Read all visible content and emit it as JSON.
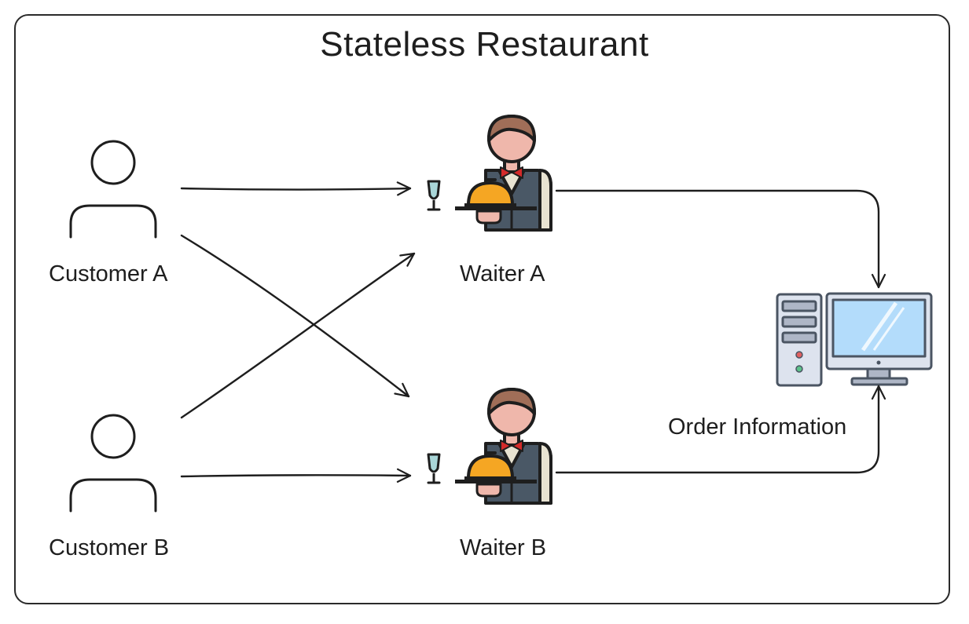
{
  "title": "Stateless Restaurant",
  "customers": [
    {
      "label": "Customer A",
      "icon": "person-outline-icon"
    },
    {
      "label": "Customer B",
      "icon": "person-outline-icon"
    }
  ],
  "waiters": [
    {
      "label": "Waiter A",
      "icon": "waiter-with-tray-icon"
    },
    {
      "label": "Waiter B",
      "icon": "waiter-with-tray-icon"
    }
  ],
  "order_store": {
    "label": "Order Information",
    "icon": "desktop-computer-icon"
  },
  "connections": [
    {
      "from": "Customer A",
      "to": "Waiter A"
    },
    {
      "from": "Customer A",
      "to": "Waiter B"
    },
    {
      "from": "Customer B",
      "to": "Waiter A"
    },
    {
      "from": "Customer B",
      "to": "Waiter B"
    },
    {
      "from": "Waiter A",
      "to": "Order Information"
    },
    {
      "from": "Waiter B",
      "to": "Order Information"
    }
  ],
  "colors": {
    "stroke": "#1e1e1e",
    "vest": "#4a5866",
    "shirt": "#e8e3d2",
    "skin": "#efb7ab",
    "hair": "#a06e58",
    "bowtie": "#d42a2a",
    "cloche": "#f5a623",
    "glass": "#a9d6d8",
    "screen": "#b3dcfb",
    "case": "#dde3ee",
    "case_dark": "#aeb6c6"
  }
}
